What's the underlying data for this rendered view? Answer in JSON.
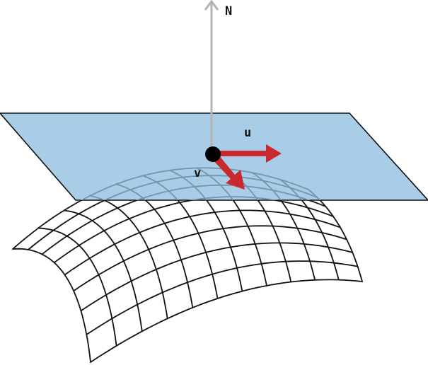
{
  "labels": {
    "normal": "N",
    "u": "u",
    "v": "v"
  },
  "colors": {
    "plane_fill": "#a9cde6",
    "plane_stroke": "#111111",
    "surface_grid": "#111111",
    "surface_grid_under_plane": "#7395ad",
    "normal_arrow": "#b3b3b3",
    "tangent_arrows": "#c8282e",
    "point": "#000000"
  },
  "icons": {
    "normal_vector": "arrow-up-icon",
    "tangent_u": "arrow-right-icon",
    "tangent_v": "arrow-down-right-icon"
  }
}
